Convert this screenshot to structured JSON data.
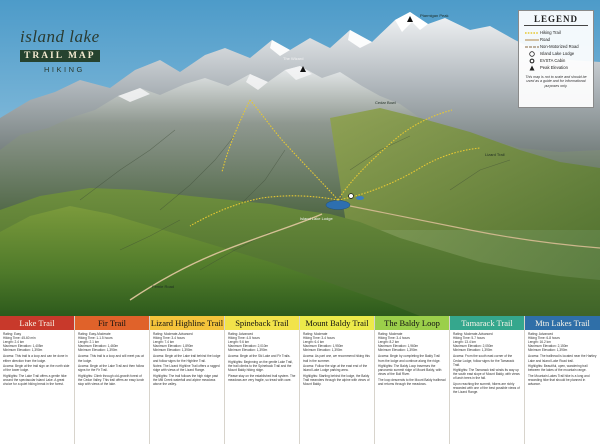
{
  "logo": {
    "line1": "island lake",
    "line2": "TRAIL MAP",
    "line3": "HIKING"
  },
  "legend": {
    "title": "LEGEND",
    "items": [
      {
        "label": "Hiking Trail",
        "icon": "dotted-trail-icon",
        "color": "#e6c832"
      },
      {
        "label": "Road",
        "icon": "road-icon",
        "color": "#c9b28a"
      },
      {
        "label": "Non-Motorized Road",
        "icon": "non-motorized-road-icon",
        "color": "#9b8565"
      },
      {
        "label": "Island Lake Lodge",
        "icon": "lodge-icon",
        "color": "#222222"
      },
      {
        "label": "EVSTA Cabin",
        "icon": "cabin-icon",
        "color": "#222222"
      },
      {
        "label": "Peak Elevation",
        "icon": "peak-icon",
        "color": "#222222"
      }
    ],
    "note": "This map is not to scale and should be used as a guide and for informational purposes only."
  },
  "map_labels": {
    "peak_top": "Ptarmigan Peak",
    "peak_mid": "The Wizard",
    "ridge": "Cedar Bowl",
    "road": "Lizard Trail",
    "lodge": "Island Lake Lodge",
    "river": "Fernie Road"
  },
  "colors": {
    "sky_top": "#4d9bc9",
    "sky_bottom": "#bcdcee",
    "trail": "#e6c832",
    "lake": "#2d6fb0"
  },
  "trails": [
    {
      "name": "Lake Trail",
      "color": "#c8392b",
      "dark": true,
      "stats": [
        "Rating: Easy",
        "Hiking Time: 45-60 min",
        "Length: 2.4 km",
        "Maximum Elevation: 1,405m",
        "Minimum Elevation: 1,390m"
      ],
      "desc1": "Access: This trail is a loop and can be done in either direction from the lodge.",
      "desc2": "Access: Begin at the trail sign on the north side of the lower lodge.",
      "desc3": "Highlights: The Lake Trail offers a gentle hike around the spectacular Island Lake. A great choice for a quiet hiking break in the forest."
    },
    {
      "name": "Fir Trail",
      "color": "#e0622a",
      "dark": false,
      "stats": [
        "Rating: Easy-Moderate",
        "Hiking Time: 1-1.5 hours",
        "Length: 2.1 km",
        "Maximum Elevation: 1,460m",
        "Minimum Elevation: 1,390m"
      ],
      "desc1": "Access: This trail is a loop and will meet you at the lodge.",
      "desc2": "Access: Begin at the Lake Trail and then follow signs for the Fir Trail.",
      "desc3": "Highlights: Climb through old-growth forest of the Cedar Valley. This trail offers an easy lunch stop with views of the lake."
    },
    {
      "name": "Lizard Highline Trail",
      "color": "#f4c33b",
      "dark": false,
      "stats": [
        "Rating: Moderate-Advanced",
        "Hiking Time: 3-4 hours",
        "Length: 7.4 km",
        "Maximum Elevation: 1,890m",
        "Minimum Elevation: 1,390m"
      ],
      "desc1": "Access: Begin at the Lake trail behind the lodge and follow signs for the Highline Trail.",
      "desc2": "Notes: The Lizard Highline Trail offers a rugged ridge with views of the Lizard Range.",
      "desc3": "Highlights: The trail follows the high ridge past the Mill Creek waterfall and alpine meadows above the valley."
    },
    {
      "name": "Spineback Trail",
      "color": "#f2e34a",
      "dark": false,
      "stats": [
        "Rating: Advanced",
        "Hiking Time: 4-5 hours",
        "Length: 9.6 km",
        "Maximum Elevation: 2,010m",
        "Minimum Elevation: 1,390m"
      ],
      "desc1": "Access: Begin at the Ski Lake and Fir Trails.",
      "desc2": "Highlights: Beginning on the gentle Lake Trail, the trail climbs to the Spineback Trail and the Mount Baldy hiking ridge.",
      "desc3": "Please stay on the established trail system. The meadows are very fragile, so tread with care."
    },
    {
      "name": "Mount Baldy Trail",
      "color": "#ecea4a",
      "dark": false,
      "stats": [
        "Rating: Moderate",
        "Hiking Time: 3-4 hours",
        "Length: 6.4 km",
        "Maximum Elevation: 1,950m",
        "Minimum Elevation: 1,390m"
      ],
      "desc1": "Access: As part one, we recommend hiking this trail in the summer.",
      "desc2": "Access: Follow the sign at the east end of the Island Lake Lodge parking area.",
      "desc3": "Highlights: Starting behind the lodge, the Baldy Trail meanders through the alpine with views of Mount Baldy."
    },
    {
      "name": "The Baldy Loop",
      "color": "#9bcf4a",
      "dark": false,
      "stats": [
        "Rating: Moderate",
        "Hiking Time: 3-4 hours",
        "Length: 8.2 km",
        "Maximum Elevation: 1,960m",
        "Minimum Elevation: 1,390m"
      ],
      "desc1": "Access: Begin by completing the Baldy Trail from the lodge and continue along the ridge.",
      "desc2": "Highlights: The Baldy Loop traverses the panoramic summit ridge of Mount Baldy, with views of the Bull River.",
      "desc3": "The loop descends to the Mount Baldy trailhead and returns through the meadows."
    },
    {
      "name": "Tamarack Trail",
      "color": "#35a78d",
      "dark": true,
      "stats": [
        "Rating: Moderate-Advanced",
        "Hiking Time: 5-7 hours",
        "Length: 13.4 km",
        "Maximum Elevation: 2,050m",
        "Minimum Elevation: 1,390m"
      ],
      "desc1": "Access: From the south east corner of the Cedar Lodge, follow signs for the Tamarack Trail.",
      "desc2": "Highlights: The Tamarack trail winds its way up the south east slope of Mount Baldy, with views of larch trees in the fall.",
      "desc3": "Upon reaching the summit, hikers are richly rewarded with one of the best possible views of the Lizard Range."
    },
    {
      "name": "Mtn Lakes Trail",
      "color": "#2f6fa8",
      "dark": true,
      "stats": [
        "Rating: Advanced",
        "Hiking Time: 6-8 hours",
        "Length: 16.2 km",
        "Maximum Elevation: 2,150m",
        "Minimum Elevation: 1,390m"
      ],
      "desc1": "Access: The trailhead is located near the Hartley Lake and Island Lake Road trail.",
      "desc2": "Highlights: Beautiful, open, wandering trail between the lakes of the mountain range.",
      "desc3": "The Mountain Lakes Trail hike is a long and rewarding hike that should be planned in advance."
    }
  ]
}
